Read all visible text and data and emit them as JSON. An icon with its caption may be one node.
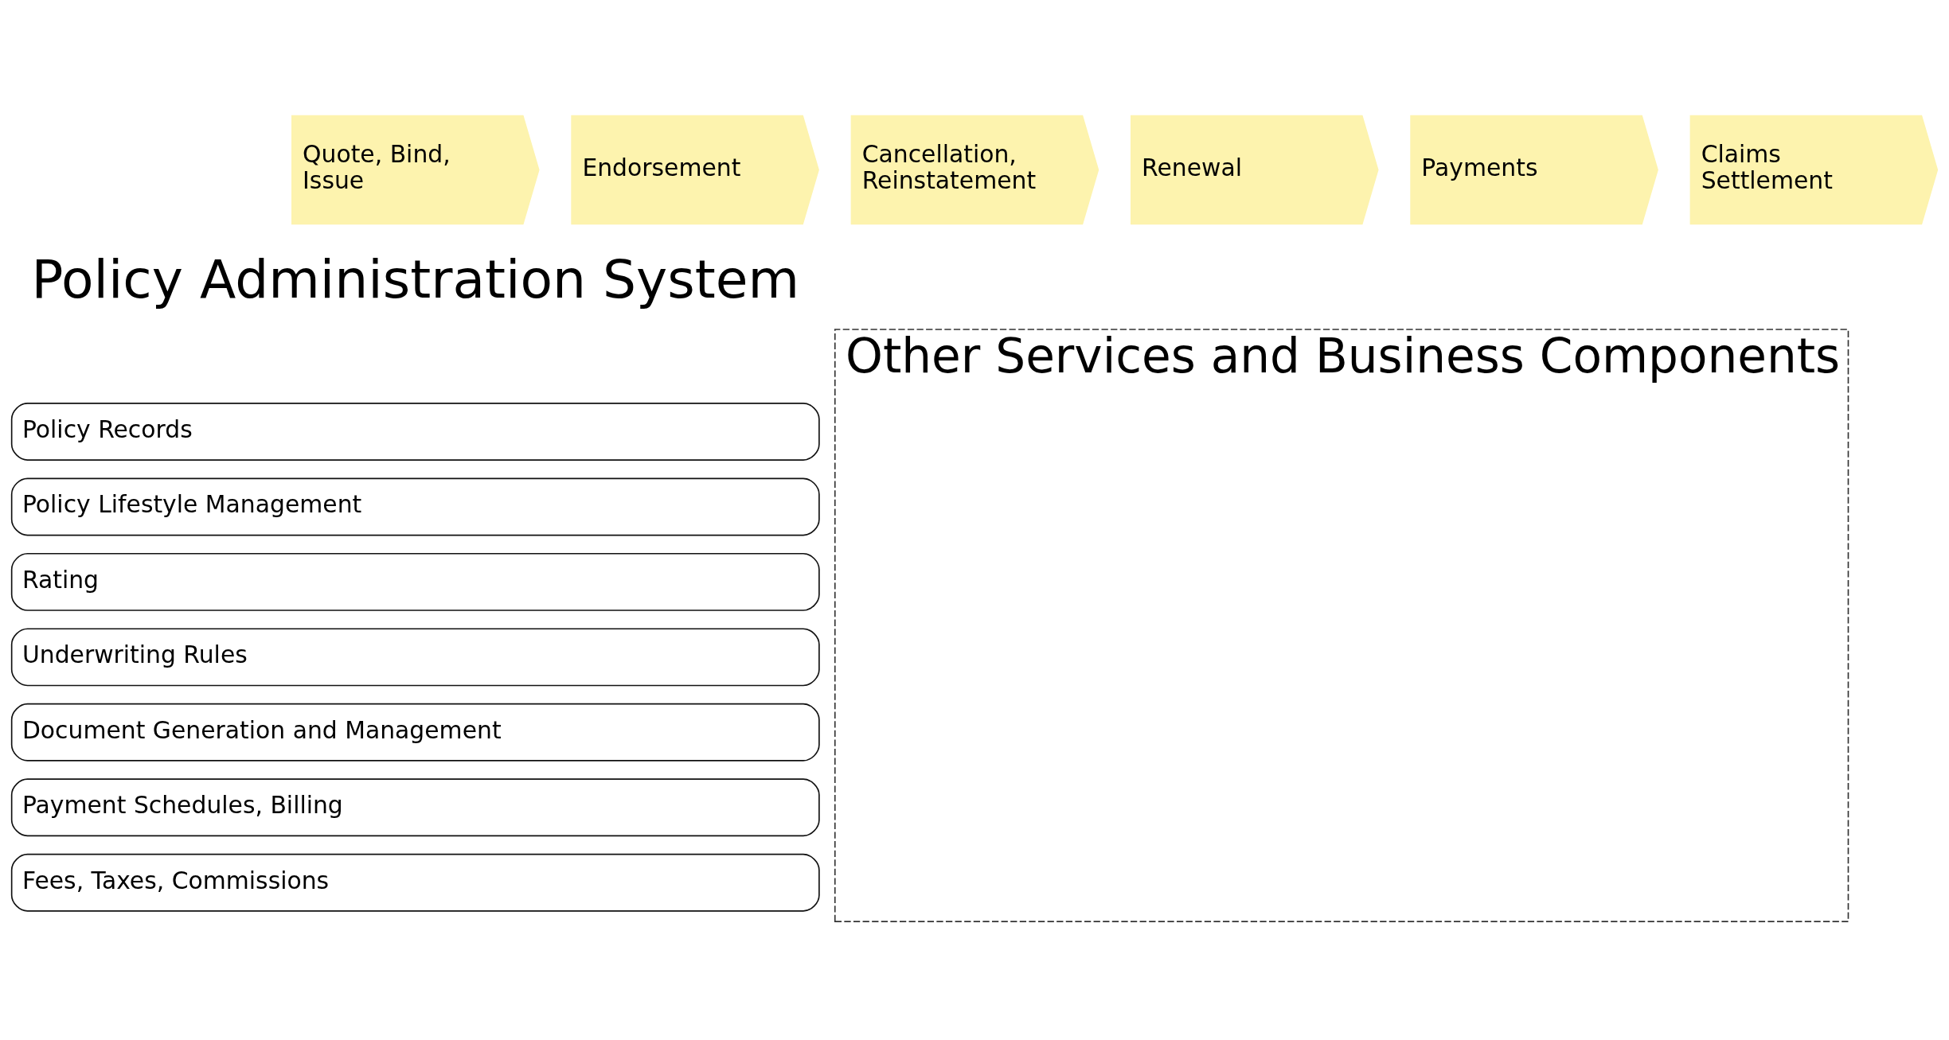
{
  "diagram": {
    "nodes": [
      {
        "text": [
          "Quote, Bind, Issue"
        ]
      },
      {
        "text": [
          "Endorsement"
        ]
      },
      {
        "text": [
          "Cancellation, Reinstatement"
        ]
      },
      {
        "text": [
          "Renewal"
        ]
      },
      {
        "text": [
          "Payments"
        ]
      },
      {
        "text": [
          "Claims Settlement"
        ]
      },
      {
        "text": [
          "Policy Records"
        ]
      },
      {
        "text": [
          "Policy Lifestyle Management"
        ]
      },
      {
        "text": [
          "Rating"
        ]
      },
      {
        "text": [
          "Underwriting Rules"
        ]
      },
      {
        "text": [
          "Document Generation and Management"
        ]
      },
      {
        "text": [
          "Payment Schedules, Billing"
        ]
      },
      {
        "text": [
          "Fees, Taxes, Commissions"
        ]
      },
      {
        "text": [
          "Other Services and Business Components"
        ]
      }
    ],
    "labels": [
      "Policy Administration System"
    ]
  }
}
